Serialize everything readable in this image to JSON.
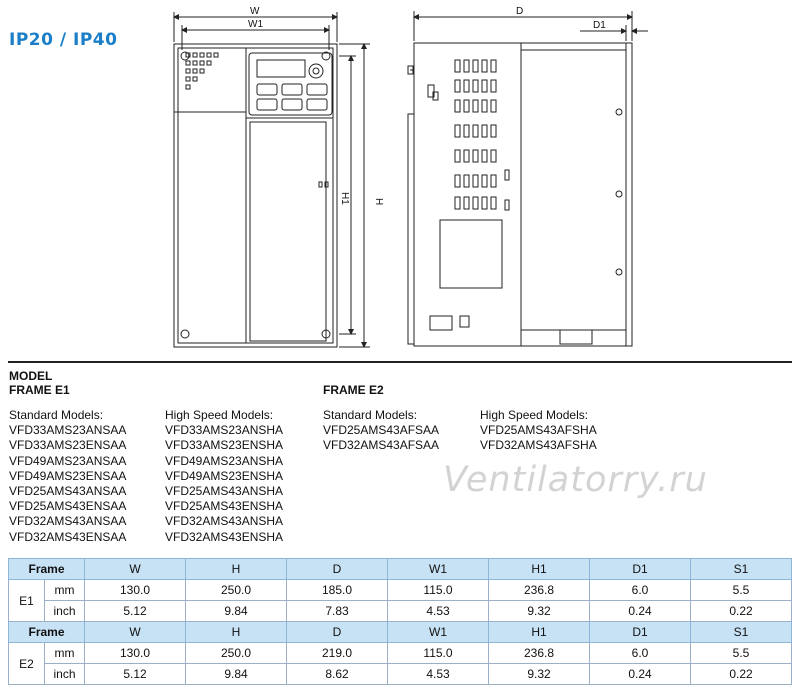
{
  "ip_label": "IP20 / IP40",
  "drawing": {
    "labels": {
      "W": "W",
      "W1": "W1",
      "H": "H",
      "H1": "H1",
      "D": "D",
      "D1": "D1"
    }
  },
  "models": {
    "heading": "MODEL",
    "frame_e1": {
      "label": "FRAME E1",
      "standard_heading": "Standard Models:",
      "standard": [
        "VFD33AMS23ANSAA",
        "VFD33AMS23ENSAA",
        "VFD49AMS23ANSAA",
        "VFD49AMS23ENSAA",
        "VFD25AMS43ANSAA",
        "VFD25AMS43ENSAA",
        "VFD32AMS43ANSAA",
        "VFD32AMS43ENSAA"
      ],
      "high_speed_heading": "High Speed Models:",
      "high_speed": [
        "VFD33AMS23ANSHA",
        "VFD33AMS23ENSHA",
        "VFD49AMS23ANSHA",
        "VFD49AMS23ENSHA",
        "VFD25AMS43ANSHA",
        "VFD25AMS43ENSHA",
        "VFD32AMS43ANSHA",
        "VFD32AMS43ENSHA"
      ]
    },
    "frame_e2": {
      "label": "FRAME E2",
      "standard_heading": "Standard Models:",
      "standard": [
        "VFD25AMS43AFSAA",
        "VFD32AMS43AFSAA"
      ],
      "high_speed_heading": "High Speed Models:",
      "high_speed": [
        "VFD25AMS43AFSHA",
        "VFD32AMS43AFSHA"
      ]
    }
  },
  "watermark": "Ventilatorry.ru",
  "table": {
    "frame_header": "Frame",
    "columns": [
      "W",
      "H",
      "D",
      "W1",
      "H1",
      "D1",
      "S1"
    ],
    "frames": [
      {
        "name": "E1",
        "rows": [
          {
            "unit": "mm",
            "values": [
              "130.0",
              "250.0",
              "185.0",
              "115.0",
              "236.8",
              "6.0",
              "5.5"
            ]
          },
          {
            "unit": "inch",
            "values": [
              "5.12",
              "9.84",
              "7.83",
              "4.53",
              "9.32",
              "0.24",
              "0.22"
            ]
          }
        ]
      },
      {
        "name": "E2",
        "rows": [
          {
            "unit": "mm",
            "values": [
              "130.0",
              "250.0",
              "219.0",
              "115.0",
              "236.8",
              "6.0",
              "5.5"
            ]
          },
          {
            "unit": "inch",
            "values": [
              "5.12",
              "9.84",
              "8.62",
              "4.53",
              "9.32",
              "0.24",
              "0.22"
            ]
          }
        ]
      }
    ]
  }
}
